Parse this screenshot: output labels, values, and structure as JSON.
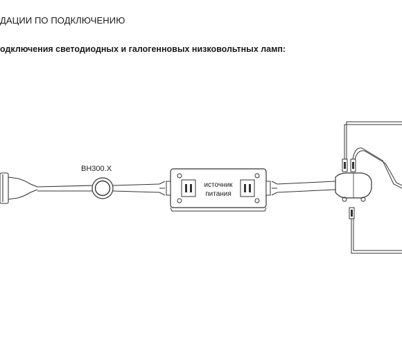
{
  "header": {
    "title": "ДАЦИИ ПО ПОДКЛЮЧЕНИЮ",
    "subtitle": "одключения светодиодных и галогенновых низковольтных ламп:"
  },
  "diagram": {
    "switch_label": "ВН300.Х",
    "psu_label_line1": "источник",
    "psu_label_line2": "питания"
  }
}
